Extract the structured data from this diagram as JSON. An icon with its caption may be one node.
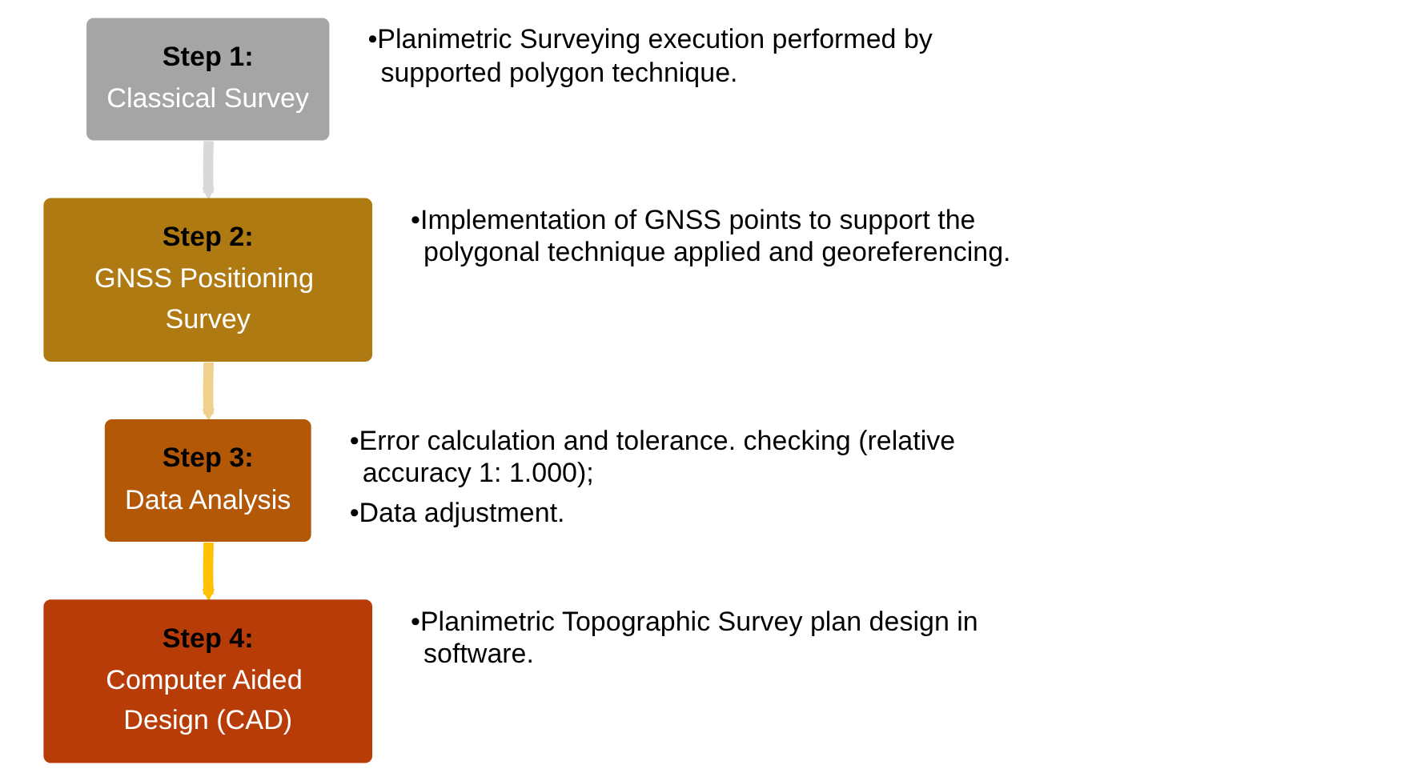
{
  "diagram": {
    "nodes": [
      {
        "text": [
          "Step 1:",
          "Classical Survey"
        ],
        "beside": [
          "•Planimetric Surveying execution performed by supported polygon technique."
        ]
      },
      {
        "text": [
          "Step 2:",
          "GNSS Positioning Survey"
        ],
        "beside": [
          "•Implementation of GNSS points to support the polygonal technique applied and georeferencing."
        ]
      },
      {
        "text": [
          "Step 3:",
          "Data Analysis"
        ],
        "beside": [
          "•Error calculation and tolerance. checking (relative accuracy 1: 1.000);",
          "•Data adjustment."
        ]
      },
      {
        "text": [
          "Step 4:",
          "Computer Aided Design (CAD)"
        ],
        "beside": [
          "•Planimetric Topographic Survey plan design in software."
        ]
      }
    ],
    "edges": [
      {
        "from": 0,
        "to": 1,
        "arrow": "to",
        "color": "#d9d9d9"
      },
      {
        "from": 1,
        "to": 2,
        "arrow": "to",
        "color": "#f0d08a"
      },
      {
        "from": 2,
        "to": 3,
        "arrow": "to",
        "color": "#ffc000"
      }
    ]
  }
}
